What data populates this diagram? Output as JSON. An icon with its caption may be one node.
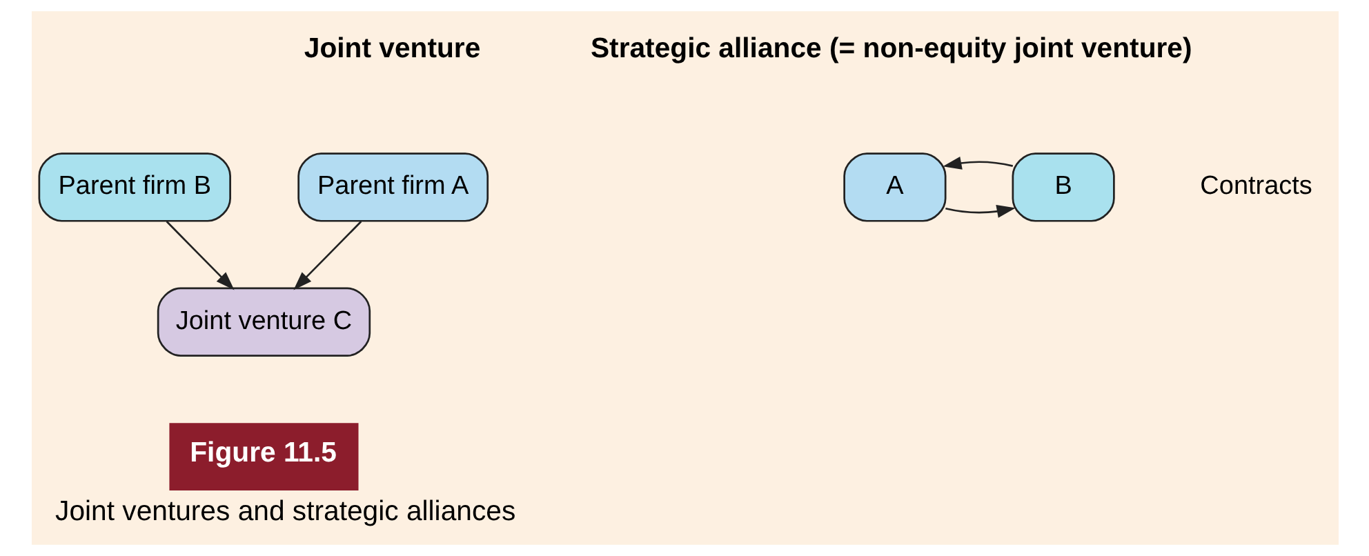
{
  "diagram": {
    "caption": "Joint ventures and strategic alliances",
    "nodes": [
      {
        "text": [
          "Parent firm A"
        ]
      },
      {
        "text": [
          "Parent firm B"
        ]
      },
      {
        "text": [
          "Joint venture C"
        ]
      },
      {
        "text": [
          "A"
        ]
      },
      {
        "text": [
          "B"
        ]
      }
    ],
    "edges": [
      {
        "from": 0,
        "to": 2,
        "arrow": "to"
      },
      {
        "from": 1,
        "to": 2,
        "arrow": "to"
      },
      {
        "from": 3,
        "to": 4,
        "arrow": "to"
      },
      {
        "from": 4,
        "to": 3,
        "arrow": "to"
      }
    ],
    "labels": [
      "Joint venture",
      "Strategic alliance (= non-equity joint venture)",
      "Contracts",
      "Figure 11.5"
    ]
  }
}
